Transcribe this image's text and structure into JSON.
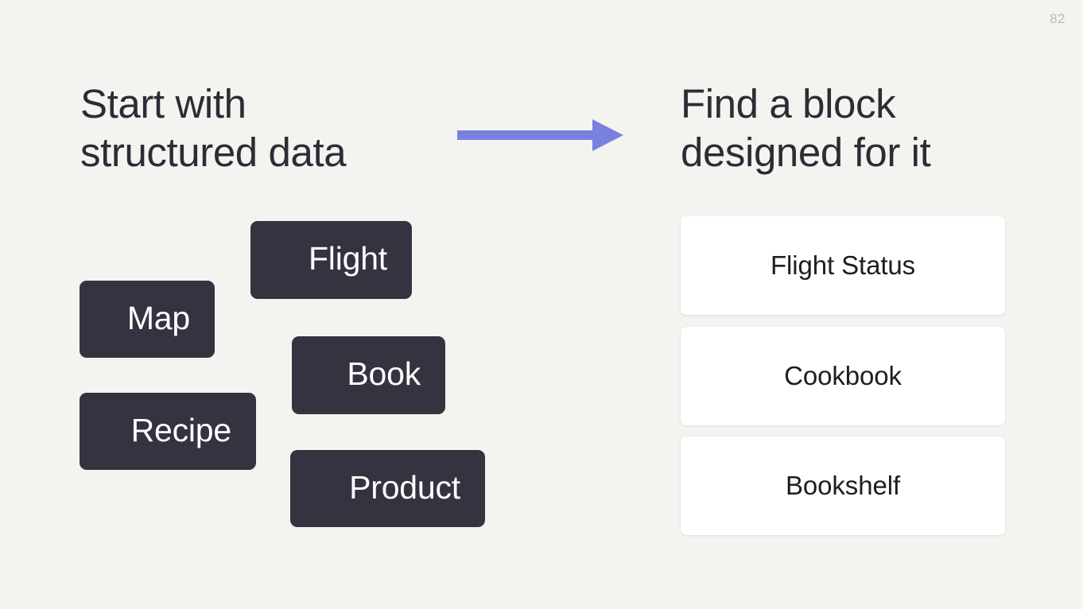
{
  "slide": {
    "page_number": "82",
    "background_color": "#f3f4ef",
    "heading_color": "#2c2c36"
  },
  "left_column": {
    "heading": "Start with\nstructured data",
    "chip_color": "#343340",
    "chip_text_color": "#ffffff",
    "chips": [
      {
        "label": "Flight"
      },
      {
        "label": "Map"
      },
      {
        "label": "Book"
      },
      {
        "label": "Recipe"
      },
      {
        "label": "Product"
      }
    ]
  },
  "arrow": {
    "name": "right-arrow",
    "color": "#7a80e0",
    "direction": "right"
  },
  "right_column": {
    "heading": "Find a block\ndesigned for it",
    "card_color": "#ffffff",
    "card_text_color": "#1d1d23",
    "cards": [
      {
        "label": "Flight Status"
      },
      {
        "label": "Cookbook"
      },
      {
        "label": "Bookshelf"
      }
    ]
  }
}
